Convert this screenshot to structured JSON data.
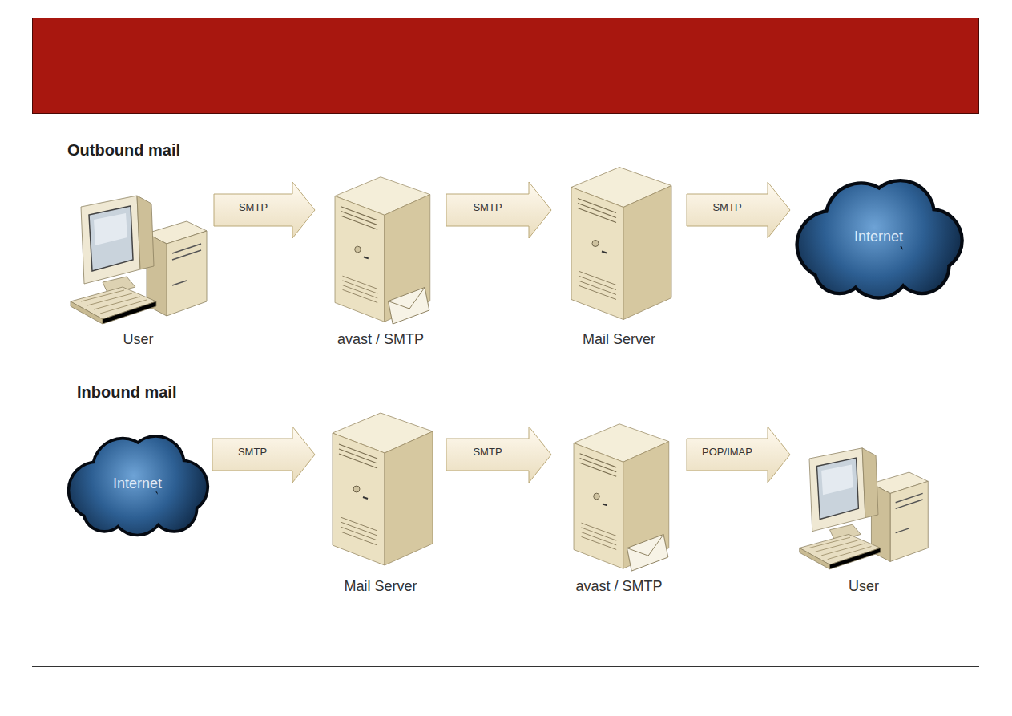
{
  "diagram": {
    "nodes": [
      {
        "text": [
          "User"
        ]
      },
      {
        "text": [
          "avast / SMTP"
        ]
      },
      {
        "text": [
          "Mail Server"
        ]
      },
      {
        "text": [
          "Internet"
        ]
      },
      {
        "text": [
          "Internet"
        ]
      },
      {
        "text": [
          "Mail Server"
        ]
      },
      {
        "text": [
          "avast / SMTP"
        ]
      },
      {
        "text": [
          "User"
        ]
      }
    ],
    "edges": [
      {
        "from": 0,
        "to": 1,
        "label": "SMTP",
        "arrow": "to"
      },
      {
        "from": 1,
        "to": 2,
        "label": "SMTP",
        "arrow": "to"
      },
      {
        "from": 2,
        "to": 3,
        "label": "SMTP",
        "arrow": "to"
      },
      {
        "from": 4,
        "to": 5,
        "label": "SMTP",
        "arrow": "to"
      },
      {
        "from": 5,
        "to": 6,
        "label": "SMTP",
        "arrow": "to"
      },
      {
        "from": 6,
        "to": 7,
        "label": "POP/IMAP",
        "arrow": "to"
      }
    ],
    "labels": [
      "Outbound mail",
      "Inbound mail"
    ]
  }
}
